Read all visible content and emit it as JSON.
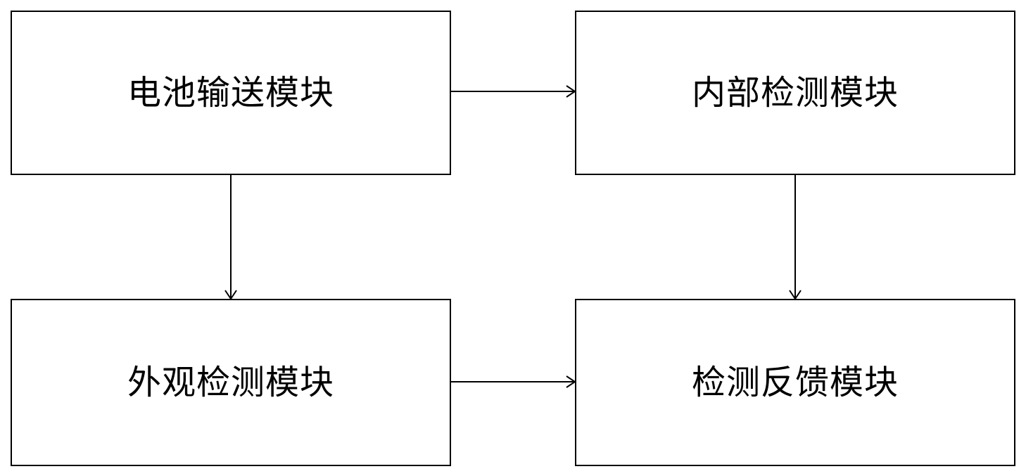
{
  "diagram": {
    "nodes": {
      "battery_conveying": {
        "label": "电池输送模块"
      },
      "internal_detection": {
        "label": "内部检测模块"
      },
      "appearance_detection": {
        "label": "外观检测模块"
      },
      "detection_feedback": {
        "label": "检测反馈模块"
      }
    },
    "edges": [
      {
        "from": "battery_conveying",
        "to": "internal_detection"
      },
      {
        "from": "battery_conveying",
        "to": "appearance_detection"
      },
      {
        "from": "internal_detection",
        "to": "detection_feedback"
      },
      {
        "from": "appearance_detection",
        "to": "detection_feedback"
      }
    ],
    "colors": {
      "stroke": "#000000",
      "background": "#ffffff"
    }
  }
}
